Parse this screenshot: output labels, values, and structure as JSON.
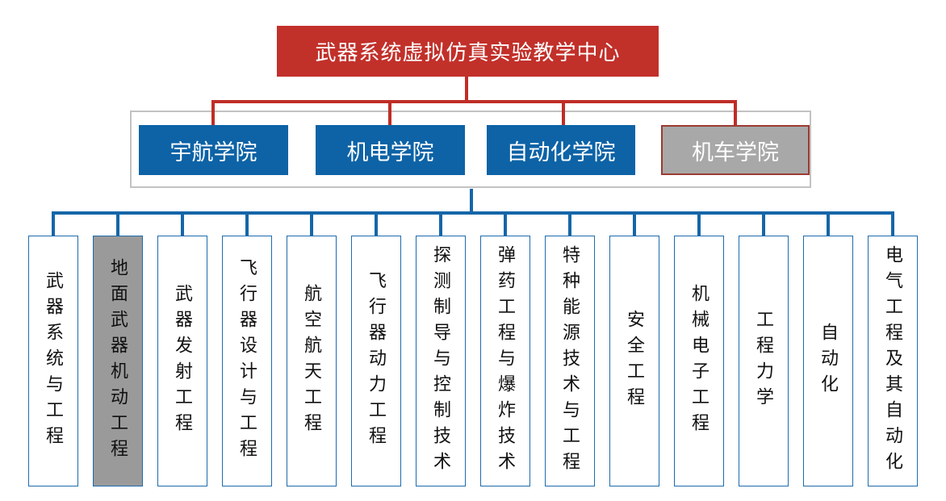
{
  "title": {
    "label": "武器系统虚拟仿真实验教学中心"
  },
  "colleges": [
    {
      "label": "宇航学院",
      "variant": "blue"
    },
    {
      "label": "机电学院",
      "variant": "blue"
    },
    {
      "label": "自动化学院",
      "variant": "blue"
    },
    {
      "label": "机车学院",
      "variant": "gray"
    }
  ],
  "departments": [
    {
      "label": "武器系统与工程",
      "variant": "white"
    },
    {
      "label": "地面武器机动工程",
      "variant": "gray"
    },
    {
      "label": "武器发射工程",
      "variant": "white"
    },
    {
      "label": "飞行器设计与工程",
      "variant": "white"
    },
    {
      "label": "航空航天工程",
      "variant": "white"
    },
    {
      "label": "飞行器动力工程",
      "variant": "white"
    },
    {
      "label": "探测制导与控制技术",
      "variant": "white"
    },
    {
      "label": "弹药工程与爆炸技术",
      "variant": "white"
    },
    {
      "label": "特种能源技术与工程",
      "variant": "white"
    },
    {
      "label": "安全工程",
      "variant": "white"
    },
    {
      "label": "机械电子工程",
      "variant": "white"
    },
    {
      "label": "工程力学",
      "variant": "white"
    },
    {
      "label": "自动化",
      "variant": "white"
    },
    {
      "label": "电气工程及其自动化",
      "variant": "white"
    }
  ],
  "colors": {
    "title_box": "#c2302a",
    "red_line": "#bf2d26",
    "college_blue": "#0d63a6",
    "blue_line": "#1566a8",
    "college_gray": "#a8a8a8",
    "college_gray_border": "#9c3a31",
    "dept_gray": "#9a9a9a",
    "dept_border": "#1d6bad",
    "frame_border": "#c2c2c2"
  }
}
